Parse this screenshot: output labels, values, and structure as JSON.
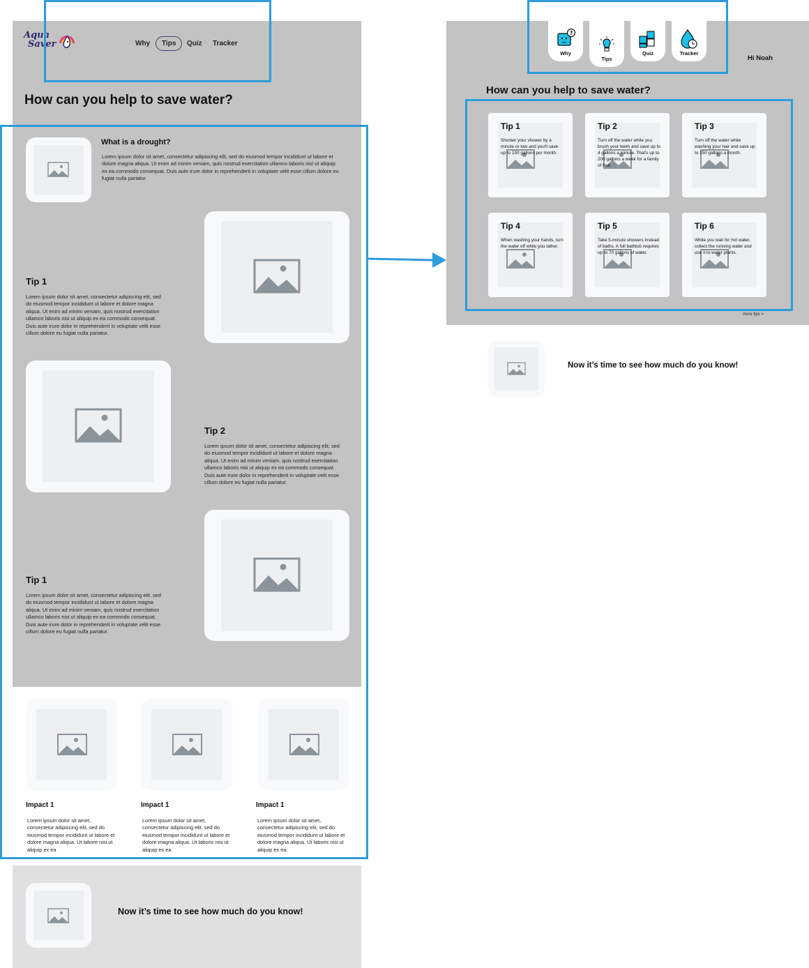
{
  "colors": {
    "panel_gray": "#c3c3c3",
    "panel_light_gray": "#e0e0e0",
    "card_white": "#f8f9fa",
    "placeholder": "#eeeff1",
    "placeholder_icon": "#8b949a",
    "annotation_blue": "#2d9cdb",
    "icon_cyan": "#1ec0e8",
    "nav_pill_border": "#3a3f6b"
  },
  "left": {
    "logo": {
      "line1": "Aqua",
      "line2": "Saver"
    },
    "nav": {
      "items": [
        {
          "label": "Why",
          "active": false
        },
        {
          "label": "Tips",
          "active": true
        },
        {
          "label": "Quiz",
          "active": false
        },
        {
          "label": "Tracker",
          "active": false
        }
      ]
    },
    "title": "How can you help to save water?",
    "drought": {
      "heading": "What is a drought?",
      "body": "Lorem ipsum dolor sit amet, consectetur adipiscing elit, sed do eiusmod tempor incididunt ut labore et dolore magna aliqua. Ut enim ad minim veniam, quis nostrud exercitation ullamco laboris nisi ut aliquip ex ea commodo consequat. Duis aute irure dolor in reprehenderit in voluptate velit esse cillum dolore eu fugiat nulla pariatur."
    },
    "tips": [
      {
        "title": "Tip 1",
        "body": "Lorem ipsum dolor sit amet, consectetur adipiscing elit, sed do eiusmod tempor incididunt ut labore et dolore magna aliqua. Ut enim ad minim veniam, quis nostrud exercitation ullamco laboris nisi ut aliquip ex ea commodo consequat. Duis aute irure dolor in reprehenderit in voluptate velit esse cillum dolore eu fugiat nulla pariatur."
      },
      {
        "title": "Tip 2",
        "body": "Lorem ipsum dolor sit amet, consectetur adipiscing elit, sed do eiusmod tempor incididunt ut labore et dolore magna aliqua. Ut enim ad minim veniam, quis nostrud exercitation ullamco laboris nisi ut aliquip ex ea commodo consequat. Duis aute irure dolor in reprehenderit in voluptate velit esse cillum dolore eu fugiat nulla pariatur."
      },
      {
        "title": "Tip 1",
        "body": "Lorem ipsum dolor sit amet, consectetur adipiscing elit, sed do eiusmod tempor incididunt ut labore et dolore magna aliqua. Ut enim ad minim veniam, quis nostrud exercitation ullamco laboris nisi ut aliquip ex ea commodo consequat. Duis aute irure dolor in reprehenderit in voluptate velit esse cillum dolore eu fugiat nulla pariatur."
      }
    ],
    "impacts": [
      {
        "title": "Impact 1",
        "body": "Lorem ipsum dolor sit amet, consectetur adipiscing elit, sed do eiusmod tempor incididunt ut labore et dolore magna aliqua. Ut labore nisi ut aliquip ex ea"
      },
      {
        "title": "Impact 1",
        "body": "Lorem ipsum dolor sit amet, consectetur adipiscing elit, sed do eiusmod tempor incididunt ut labore et dolore magna aliqua. Ut laboris nisi ut aliquip ex ea"
      },
      {
        "title": "Impact 1",
        "body": "Lorem ipsum dolor sit amet, consectetur adipiscing elit, sed do eiusmod tempor incididunt ut labore et dolore magna aliqua. Ut laboris nisi ut aliquip ex ea"
      }
    ],
    "quiz_cta": "Now it’s time to see how much do you know!"
  },
  "right": {
    "tabs": [
      {
        "label": "Why",
        "icon": "question-box-icon"
      },
      {
        "label": "Tips",
        "icon": "lightbulb-icon"
      },
      {
        "label": "Quiz",
        "icon": "puzzle-icon"
      },
      {
        "label": "Tracker",
        "icon": "water-drop-clock-icon"
      }
    ],
    "greeting": "Hi Noah",
    "title": "How can you help to save water?",
    "tips": [
      {
        "title": "Tip 1",
        "text": "Shorten your shower by a minute or two and you'll save up to 150 gallons per month."
      },
      {
        "title": "Tip 2",
        "text": "Turn off the water while you brush your teeth and save up to 4 gallons a minute. That's up to 200 gallons a week for a family of four."
      },
      {
        "title": "Tip 3",
        "text": "Turn off the water while washing your hair and save up to 150 gallons a month."
      },
      {
        "title": "Tip 4",
        "text": "When washing your hands, turn the water off while you lather."
      },
      {
        "title": "Tip 5",
        "text": "Take 5-minute showers instead of baths. A full bathtub requires up to 70 gallons of water."
      },
      {
        "title": "Tip 6",
        "text": "While you wait for hot water, collect the running water and use it to water plants."
      }
    ],
    "more_tips": "more tips >",
    "quiz_cta": "Now it’s time to see how much do you know!"
  }
}
